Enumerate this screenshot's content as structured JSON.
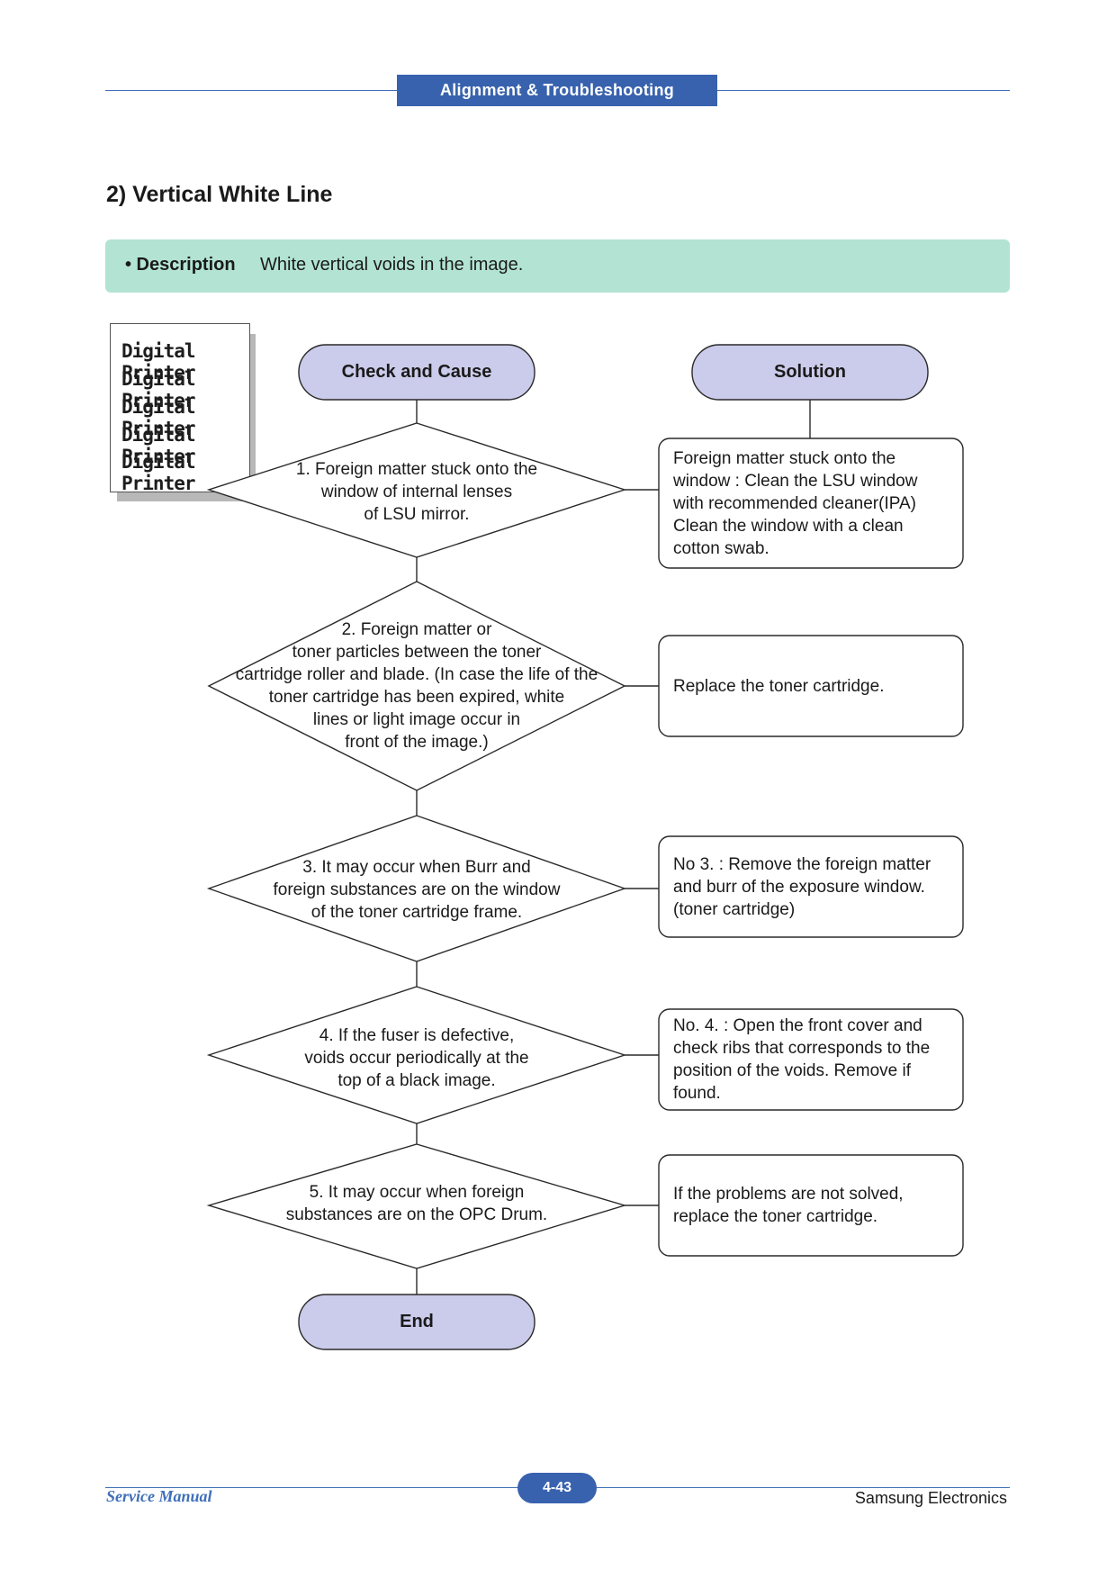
{
  "header": {
    "tab_label": "Alignment & Troubleshooting"
  },
  "section_title": "2) Vertical White Line",
  "description": {
    "label": "• Description",
    "text": "White vertical voids in the image."
  },
  "sample_image": {
    "lines": [
      "Digital Printer",
      "Digital Printer",
      "Digital Printer",
      "Digital Printer",
      "Digital Printer"
    ]
  },
  "flowchart": {
    "start_check": "Check and Cause",
    "start_solution": "Solution",
    "end": "End",
    "steps": [
      {
        "check": "1. Foreign matter stuck onto the\nwindow of internal lenses\nof LSU mirror.",
        "solution": "Foreign matter stuck onto the\nwindow : Clean the LSU window\nwith recommended cleaner(IPA)\nClean the window with a clean\ncotton swab."
      },
      {
        "check": "2. Foreign matter or\ntoner particles between the toner\ncartridge roller and blade. (In case the life of the\ntoner cartridge has been expired, white\nlines or light image occur in\nfront of the image.)",
        "solution": "Replace the toner cartridge."
      },
      {
        "check": "3. It may occur when Burr and\nforeign substances are on the window\nof the toner cartridge frame.",
        "solution": "No 3. : Remove the foreign matter\nand burr of the exposure window.\n(toner cartridge)"
      },
      {
        "check": "4. If the fuser is defective,\nvoids occur periodically at the\ntop of a black image.",
        "solution": "No. 4. : Open the front cover and\ncheck ribs that corresponds to the\nposition of the voids. Remove if\nfound."
      },
      {
        "check": "5. It may occur when foreign\nsubstances are on the OPC Drum.",
        "solution": "If the problems are not solved,\nreplace the toner cartridge."
      }
    ]
  },
  "footer": {
    "left": "Service Manual",
    "page": "4-43",
    "right": "Samsung Electronics"
  },
  "colors": {
    "accent_blue": "#3862ad",
    "description_bg": "#b2e3d3",
    "terminator_fill": "#cbcbeb"
  }
}
